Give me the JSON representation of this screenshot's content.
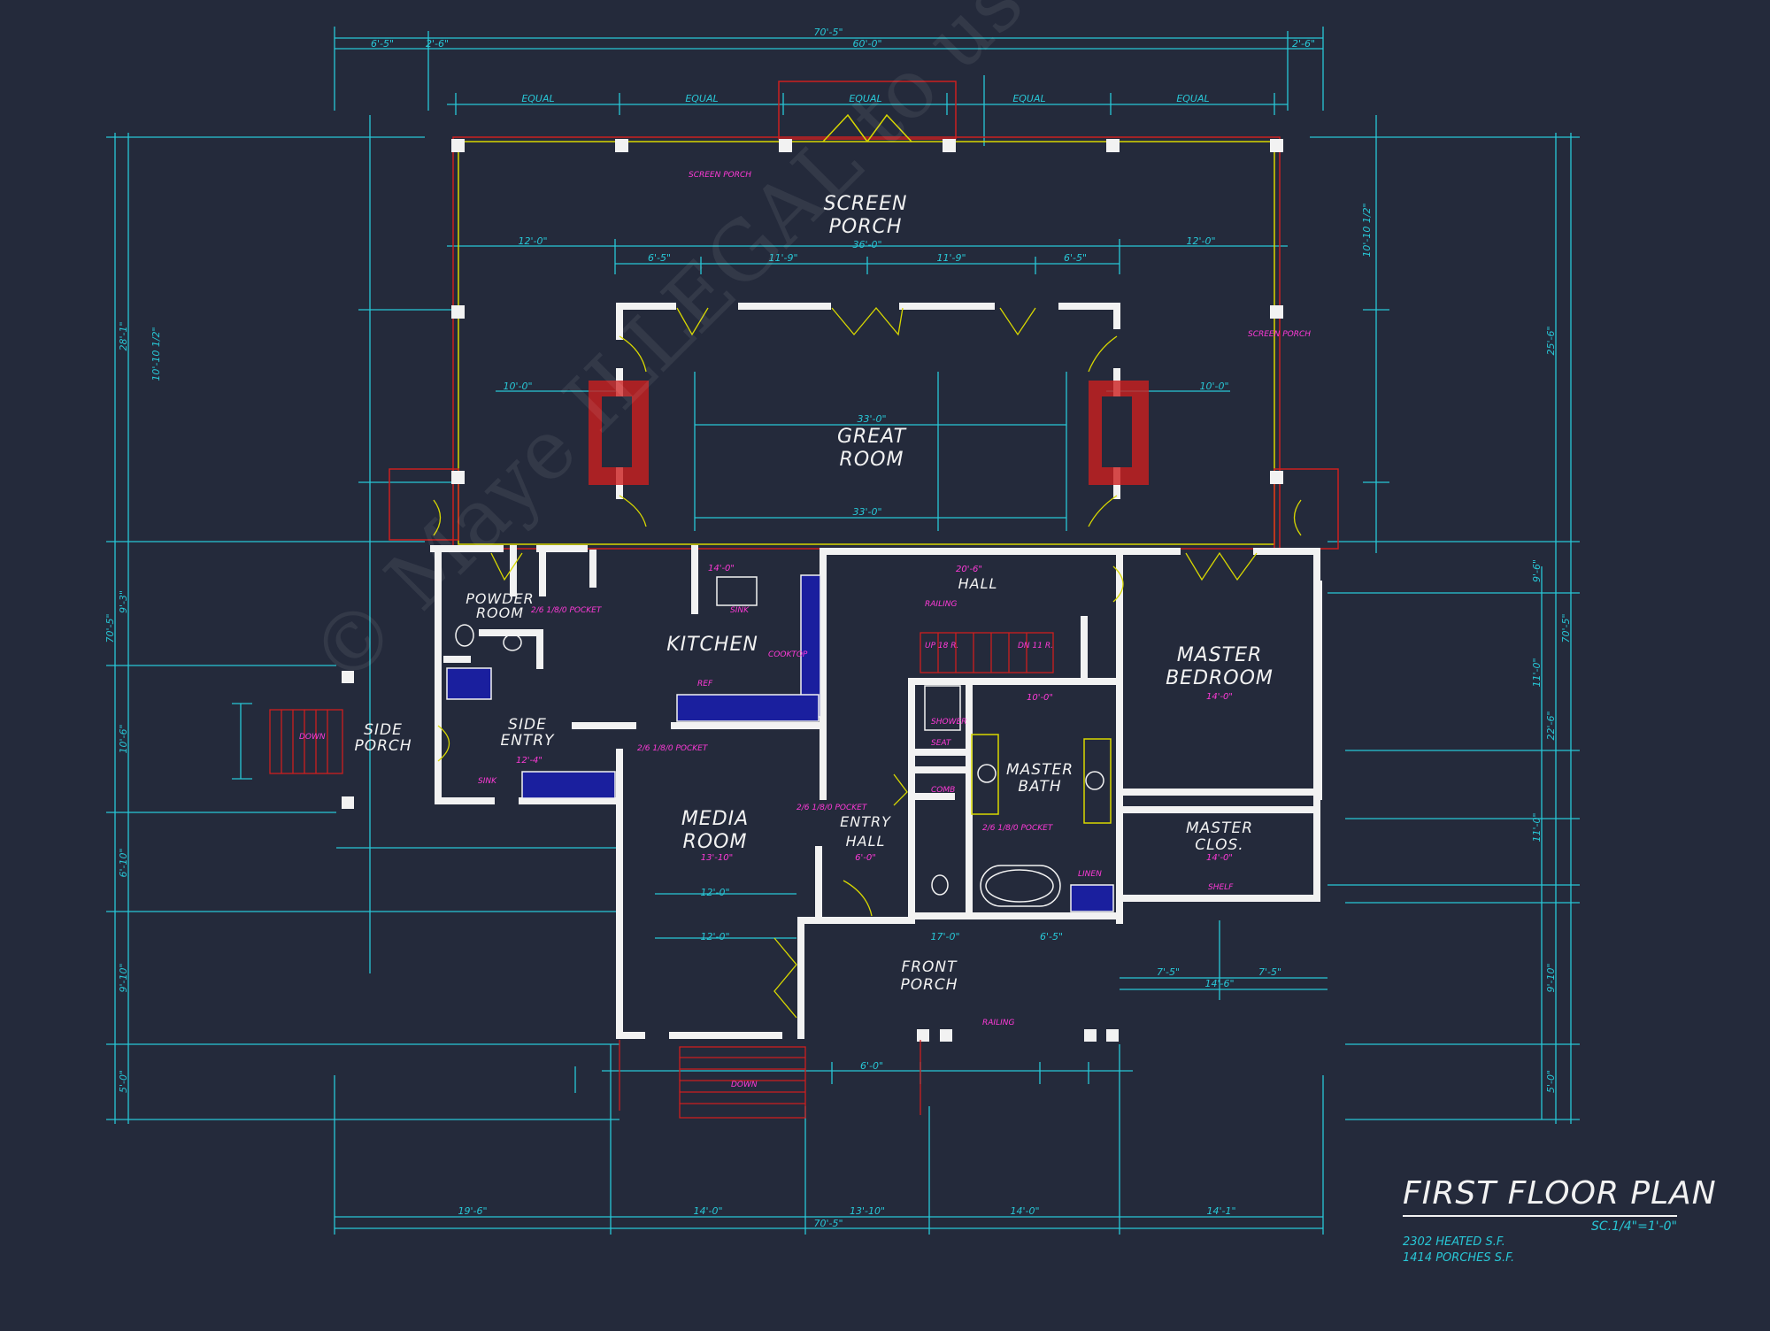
{
  "title": "FIRST FLOOR PLAN",
  "scale": "SC.1/4\"=1'-0\"",
  "heated_sf": "2302 HEATED S.F.",
  "porches_sf": "1414 PORCHES S.F.",
  "watermark": "© Maye ILLEGAL to use for Construction",
  "colors": {
    "background": "#242a3b",
    "walls": "#f2f2f2",
    "dimensions": "#28c7d6",
    "annotations": "#ff3ad8",
    "windows": "#d8d800",
    "porch_outline": "#cc1f1f",
    "fixtures_fill": "#1a1f9e"
  },
  "rooms": {
    "screen_porch_1": "SCREEN",
    "screen_porch_2": "PORCH",
    "great_room_1": "GREAT",
    "great_room_2": "ROOM",
    "kitchen": "KITCHEN",
    "powder_room_1": "POWDER",
    "powder_room_2": "ROOM",
    "hall": "HALL",
    "master_bedroom_1": "MASTER",
    "master_bedroom_2": "BEDROOM",
    "side_entry_1": "SIDE",
    "side_entry_2": "ENTRY",
    "side_porch_1": "SIDE",
    "side_porch_2": "PORCH",
    "master_bath_1": "MASTER",
    "master_bath_2": "BATH",
    "master_clos_1": "MASTER",
    "master_clos_2": "CLOS.",
    "media_room_1": "MEDIA",
    "media_room_2": "ROOM",
    "entry_hall_1": "ENTRY",
    "entry_hall_2": "HALL",
    "front_porch_1": "FRONT",
    "front_porch_2": "PORCH"
  },
  "dimensions": {
    "overall_width": "70'-5\"",
    "main_width": "60'-0\"",
    "left_offset": "6'-5\"",
    "left_offset_b": "2'-6\"",
    "right_offset": "2'-6\"",
    "equal": "EQUAL",
    "porch_depth": "12'-0\"",
    "great_room_width": "36'-0\"",
    "sub_1": "6'-5\"",
    "sub_2": "11'-9\"",
    "sub_3": "11'-9\"",
    "sub_4": "6'-5\"",
    "great_room_inner": "33'-0\"",
    "great_room_lower": "33'-0\"",
    "fp_left": "10'-0\"",
    "fp_right": "10'-0\"",
    "kitchen_w": "14'-0\"",
    "hall_w": "20'-6\"",
    "side_entry_w": "12'-4\"",
    "media_w": "13'-10\"",
    "media_lower": "12'-0\"",
    "media_lower_2": "12'-0\"",
    "entry_hall_w": "6'-0\"",
    "master_bed_w": "14'-0\"",
    "master_bath_w": "10'-0\"",
    "master_clos_w": "14'-0\"",
    "front_porch_w": "17'-0\"",
    "front_porch_right": "6'-5\"",
    "bottom_1": "19'-6\"",
    "bottom_2": "14'-0\"",
    "bottom_3": "13'-10\"",
    "bottom_4": "14'-0\"",
    "bottom_5": "14'-1\"",
    "bottom_total": "70'-5\"",
    "left_total": "70'-5\"",
    "right_total": "70'-5\"",
    "left_seg_1": "28'-1\"",
    "left_seg_2": "9'-3\"",
    "left_seg_3": "10'-6\"",
    "left_seg_4": "6'-10\"",
    "left_seg_5": "9'-10\"",
    "left_seg_6": "5'-0\"",
    "right_seg_1": "25'-6\"",
    "right_seg_2": "9'-6\"",
    "right_seg_3": "11'-0\"",
    "right_seg_4": "22'-6\"",
    "right_seg_5": "11'-0\"",
    "right_seg_6": "9'-10\"",
    "right_seg_7": "5'-0\"",
    "porch_side": "10'-10 1/2\"",
    "rt_7_5": "7'-5\"",
    "rt_7_5b": "7'-5\"",
    "rt_14_6": "14'-6\""
  },
  "annotations": {
    "screen_porch_note": "SCREEN PORCH",
    "down_1": "DOWN",
    "down_2": "DOWN",
    "railing_1": "RAILING",
    "railing_2": "RAILING",
    "sink": "SINK",
    "ref": "REF",
    "cooktop": "COOKTOP",
    "shower": "SHOWER",
    "linen": "LINEN",
    "pocket": "2/6 1/8/0 POCKET",
    "up": "UP 18 R.",
    "dn": "DN 11 R.",
    "seat": "SEAT",
    "comb": "COMB",
    "shelf": "SHELF"
  }
}
